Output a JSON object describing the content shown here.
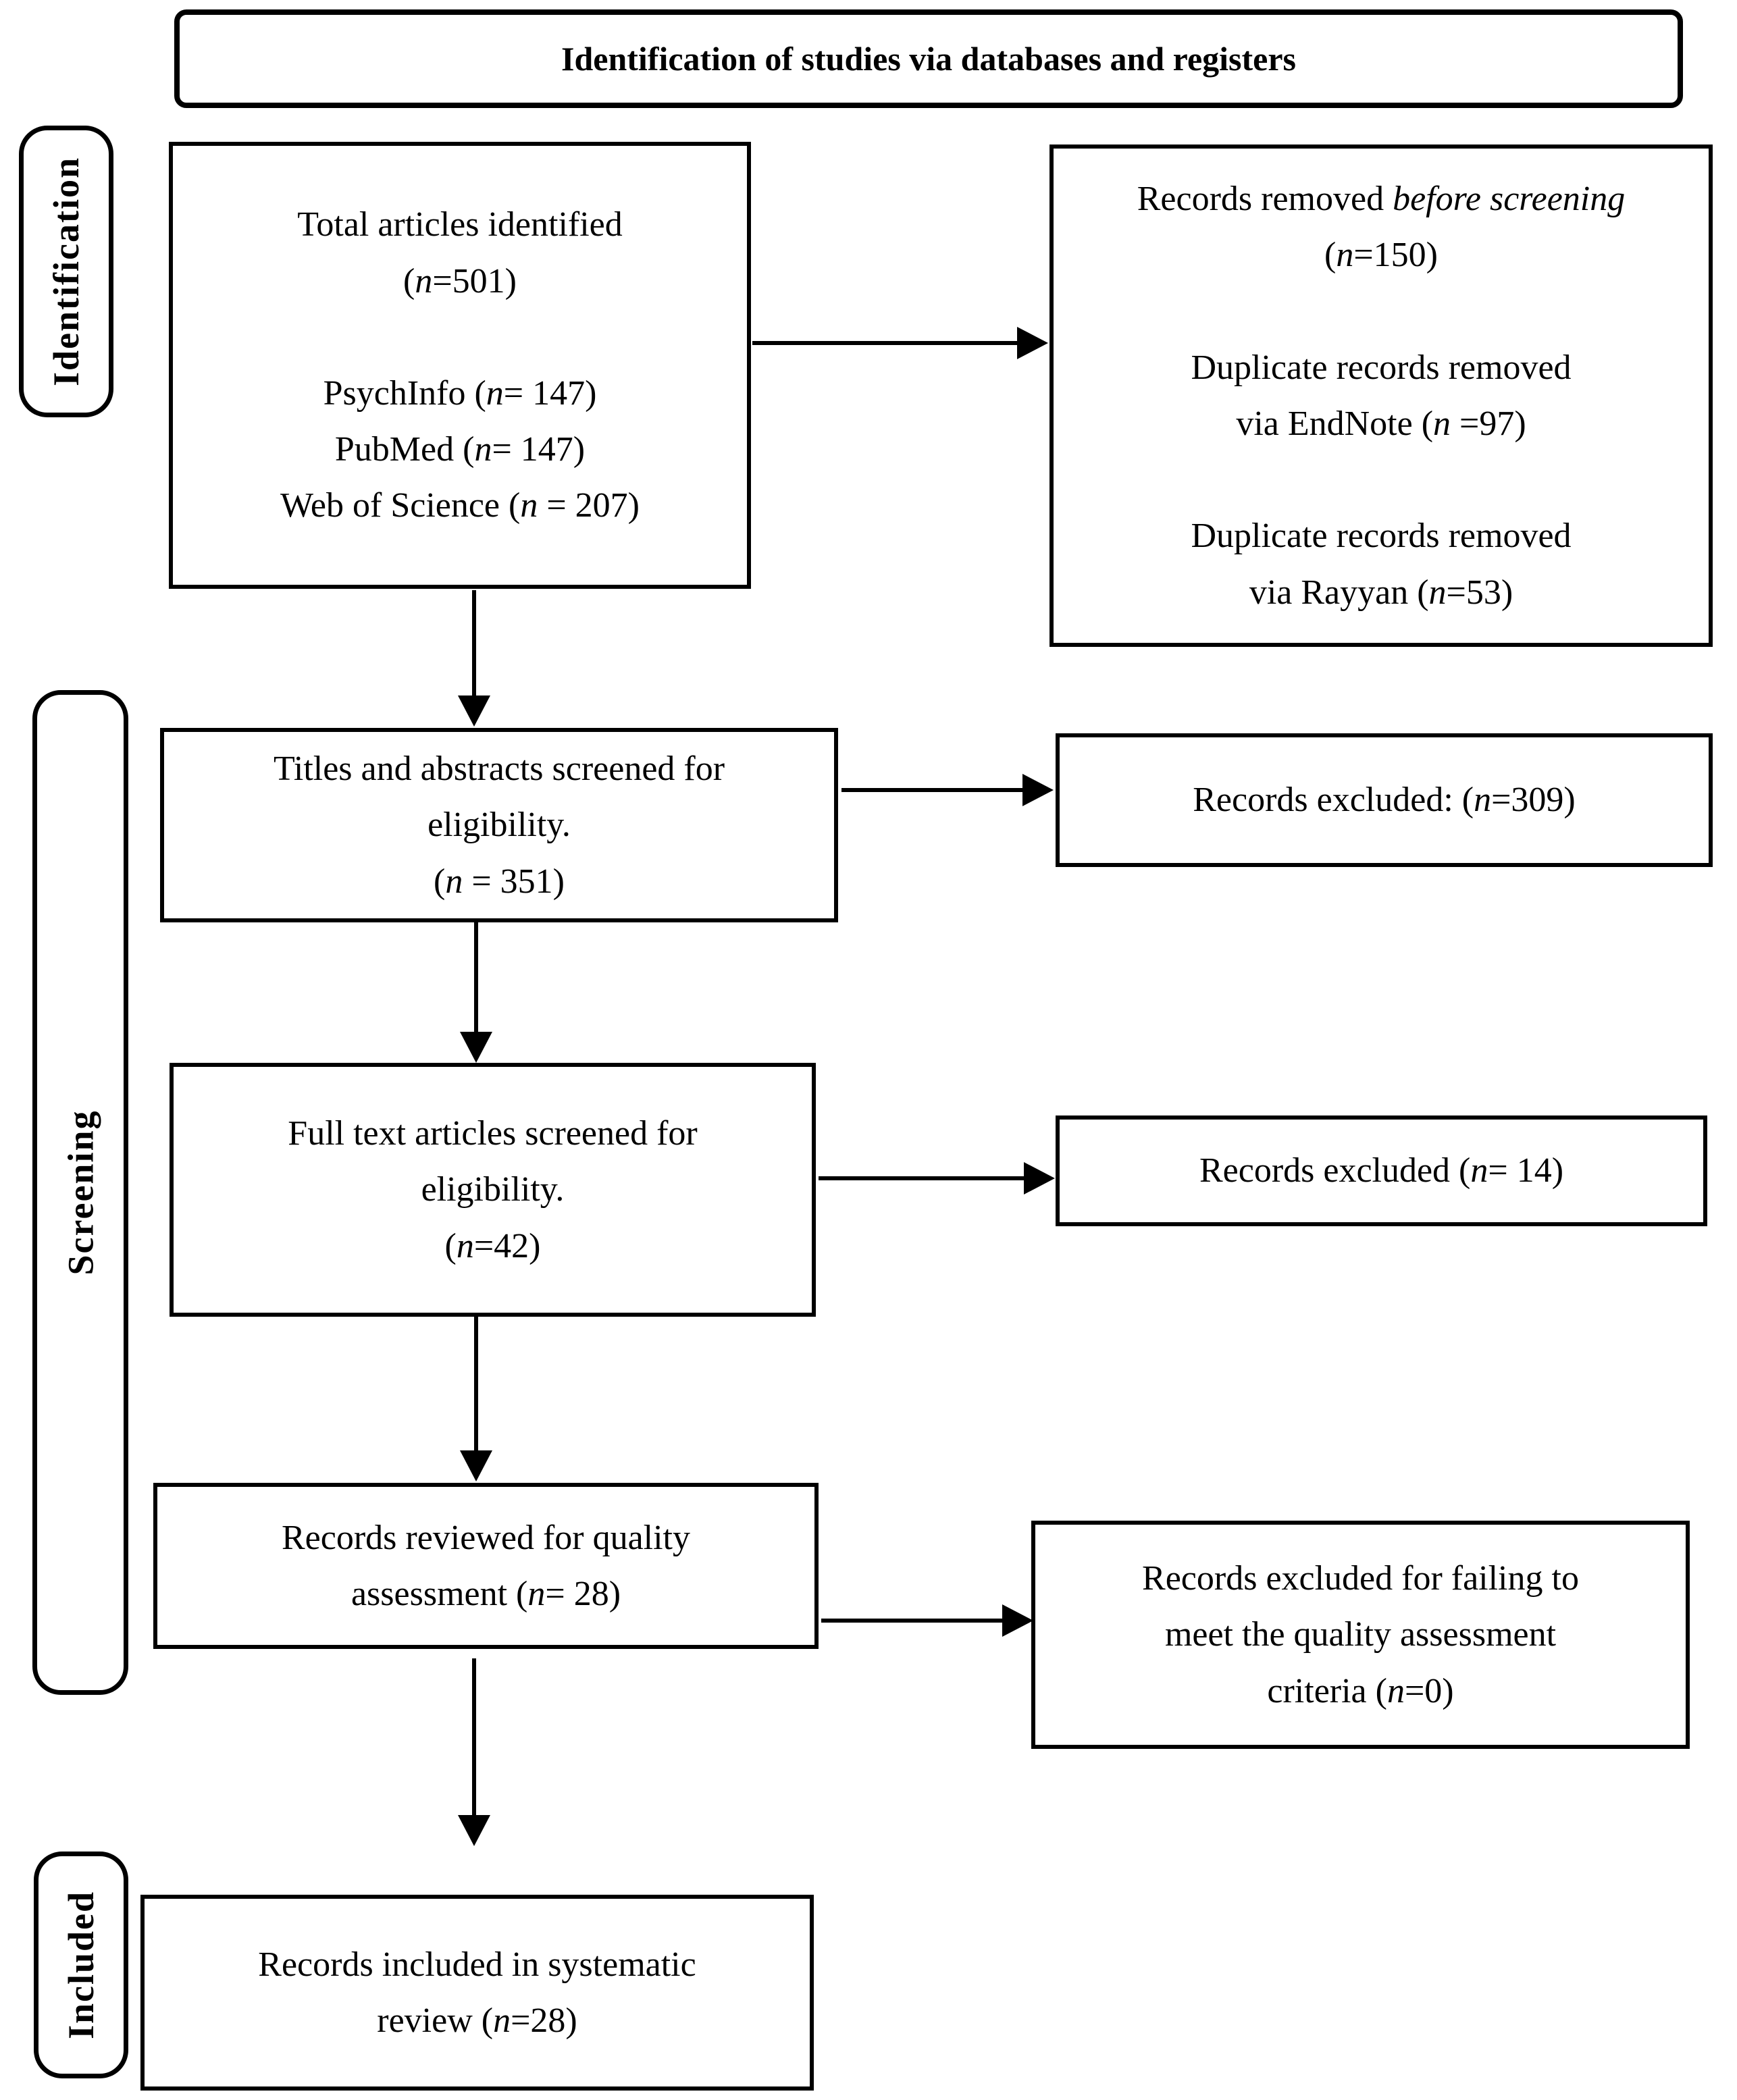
{
  "title": "Identification of studies via databases and registers",
  "stage_labels": {
    "identification": "Identification",
    "screening": "Screening",
    "included": "Included"
  },
  "boxes": {
    "total_identified": {
      "lines": [
        "Total articles identified",
        "(*n*=501)",
        "",
        "PsychInfo (*n*= 147)",
        "PubMed (*n*= 147)",
        "Web of Science (*n* = 207)"
      ]
    },
    "removed_before_screening": {
      "lines": [
        "Records removed *before screening*",
        "(*n*=150)",
        "",
        "Duplicate records removed",
        "via EndNote (*n* =97)",
        "",
        "Duplicate records removed",
        "via Rayyan (*n*=53)"
      ]
    },
    "titles_abstracts_screened": {
      "lines": [
        "Titles and abstracts screened for",
        "eligibility.",
        "(*n* = 351)"
      ]
    },
    "records_excluded_screening": {
      "lines": [
        "Records excluded: (*n*=309)"
      ]
    },
    "full_text_screened": {
      "lines": [
        "Full text articles screened for",
        "eligibility.",
        "(*n*=42)"
      ]
    },
    "records_excluded_fulltext": {
      "lines": [
        "Records excluded (*n*= 14)"
      ]
    },
    "quality_assessment": {
      "lines": [
        "Records reviewed for quality",
        "assessment (*n*= 28)"
      ]
    },
    "records_excluded_quality": {
      "lines": [
        "Records excluded for failing to",
        "meet the quality assessment",
        "criteria (*n*=0)"
      ]
    },
    "included_in_review": {
      "lines": [
        "Records included in systematic",
        "review (*n*=28)"
      ]
    }
  },
  "colors": {
    "border": "#000000",
    "background": "#ffffff",
    "text": "#000000"
  }
}
